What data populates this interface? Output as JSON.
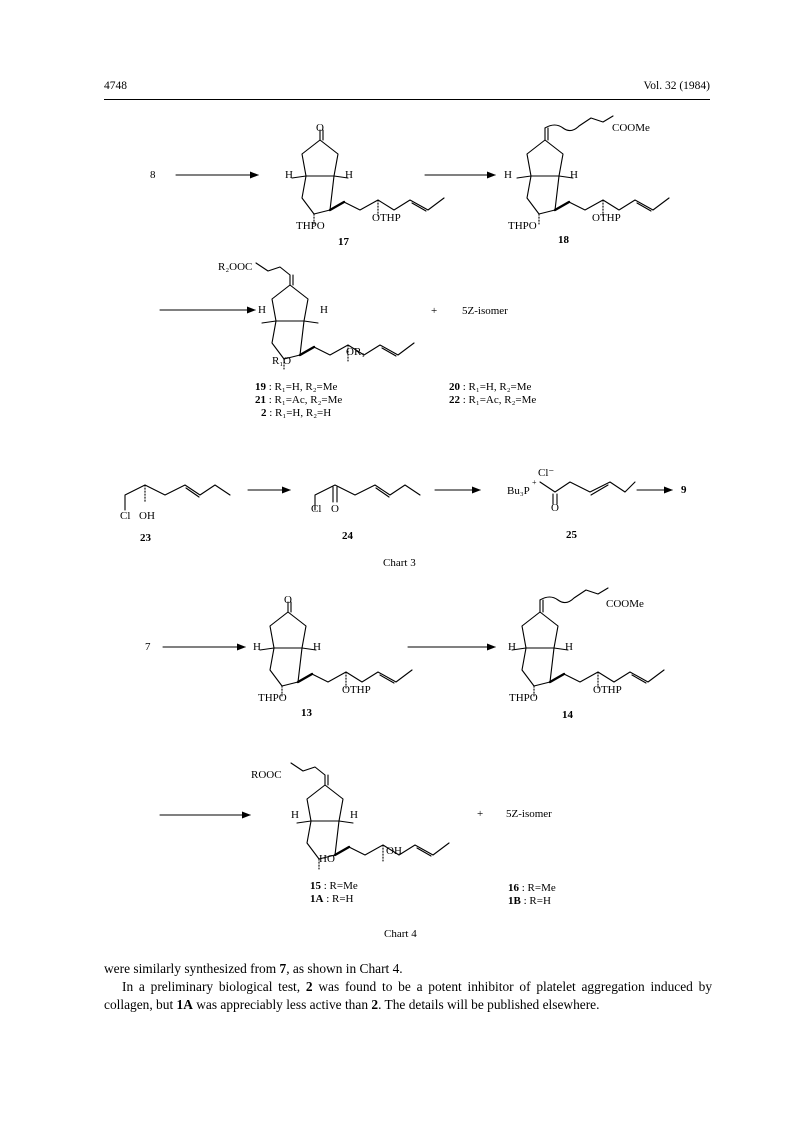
{
  "header": {
    "page_number": "4748",
    "volume": "Vol. 32 (1984)"
  },
  "chart3": {
    "start": "8",
    "c17": {
      "number": "17",
      "left_sub": "THPO",
      "right_sub": "OTHP",
      "h_left": "H",
      "h_right": "H",
      "top": "O"
    },
    "c18": {
      "number": "18",
      "left_sub": "THPO",
      "right_sub": "OTHP",
      "h_left": "H",
      "h_right": "H",
      "ester": "COOMe"
    },
    "row2": {
      "ester_group": "R₂OOC",
      "left_sub": "R₁O",
      "right_sub": "OR₁",
      "h_left": "H",
      "h_right": "H",
      "plus": "+",
      "isomer": "5Z-isomer",
      "left_list": [
        {
          "num": "19",
          "text": " : R₁=H, R₂=Me"
        },
        {
          "num": "21",
          "text": " : R₁=Ac, R₂=Me"
        },
        {
          "num": "2",
          "text": " : R₁=H, R₂=H"
        }
      ],
      "right_list": [
        {
          "num": "20",
          "text": " : R₁=H, R₂=Me"
        },
        {
          "num": "22",
          "text": " : R₁=Ac, R₂=Me"
        }
      ]
    },
    "row3": {
      "c23": {
        "number": "23",
        "cl": "Cl",
        "oh": "OH"
      },
      "c24": {
        "number": "24",
        "cl": "Cl",
        "o": "O"
      },
      "c25": {
        "number": "25",
        "cl_minus": "Cl⁻",
        "bu3p": "Bu₃P",
        "plus": "+",
        "o": "O"
      },
      "product": "9"
    },
    "caption": "Chart 3"
  },
  "chart4": {
    "start": "7",
    "c13": {
      "number": "13",
      "left_sub": "THPO",
      "right_sub": "OTHP",
      "h_left": "H",
      "h_right": "H",
      "top": "O"
    },
    "c14": {
      "number": "14",
      "left_sub": "THPO",
      "right_sub": "OTHP",
      "h_left": "H",
      "h_right": "H",
      "ester": "COOMe"
    },
    "row2": {
      "ester_group": "ROOC",
      "left_sub": "HO",
      "right_sub": "OH",
      "h_left": "H",
      "h_right": "H",
      "plus": "+",
      "isomer": "5Z-isomer",
      "left_list": [
        {
          "num": "15",
          "text": " : R=Me"
        },
        {
          "num": "1A",
          "text": " : R=H"
        }
      ],
      "right_list": [
        {
          "num": "16",
          "text": " : R=Me"
        },
        {
          "num": "1B",
          "text": " : R=H"
        }
      ]
    },
    "caption": "Chart 4"
  },
  "body": {
    "p1_a": "were similarly synthesized from ",
    "p1_b": "7",
    "p1_c": ", as shown in Chart 4.",
    "p2_a": "In a preliminary biological test, ",
    "p2_b": "2",
    "p2_c": " was found to be a potent inhibitor of platelet aggregation induced by collagen, but ",
    "p2_d": "1A",
    "p2_e": " was appreciably less active than ",
    "p2_f": "2",
    "p2_g": ". The details will be published elsewhere."
  }
}
